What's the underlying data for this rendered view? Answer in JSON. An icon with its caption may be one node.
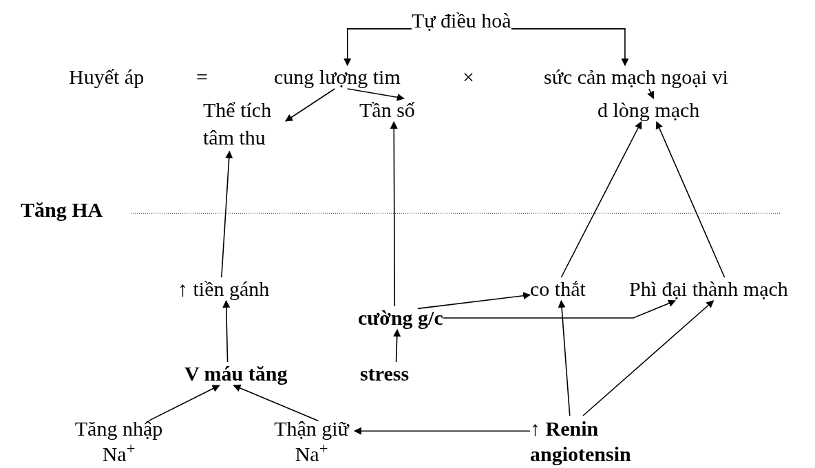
{
  "diagram": {
    "nodes": [
      {
        "text": [
          "Tự điều hoà"
        ]
      },
      {
        "text": [
          "Huyết áp"
        ]
      },
      {
        "text": [
          "cung lượng tim"
        ]
      },
      {
        "text": [
          "sức cản mạch ngoại vi"
        ]
      },
      {
        "text": [
          "Thể tích tâm thu"
        ]
      },
      {
        "text": [
          "Tần số"
        ]
      },
      {
        "text": [
          "d lòng mạch"
        ]
      },
      {
        "text": [
          "↑ tiền gánh"
        ]
      },
      {
        "text": [
          "cường g/c"
        ]
      },
      {
        "text": [
          "co thắt"
        ]
      },
      {
        "text": [
          "Phì đại thành mạch"
        ]
      },
      {
        "text": [
          "V máu tăng"
        ]
      },
      {
        "text": [
          "stress"
        ]
      },
      {
        "text": [
          "Tăng nhập Na$^{+}$"
        ]
      },
      {
        "text": [
          "Thận giữ Na$^{+}$"
        ]
      },
      {
        "text": [
          "↑ **Renin angiotensin**"
        ]
      }
    ],
    "edges": [
      {
        "from": 0,
        "to": 2,
        "arrow": "to"
      },
      {
        "from": 0,
        "to": 3,
        "arrow": "to"
      },
      {
        "from": 2,
        "to": 4,
        "arrow": "to"
      },
      {
        "from": 2,
        "to": 5,
        "arrow": "to"
      },
      {
        "from": 3,
        "to": 6,
        "arrow": "to"
      },
      {
        "from": 7,
        "to": 4,
        "arrow": "to"
      },
      {
        "from": 8,
        "to": 5,
        "arrow": "to"
      },
      {
        "from": 12,
        "to": 8,
        "arrow": "to"
      },
      {
        "from": 11,
        "to": 7,
        "arrow": "to"
      },
      {
        "from": 13,
        "to": 11,
        "arrow": "to"
      },
      {
        "from": 14,
        "to": 11,
        "arrow": "to"
      },
      {
        "from": 15,
        "to": 14,
        "arrow": "to"
      },
      {
        "from": 15,
        "to": 9,
        "arrow": "to"
      },
      {
        "from": 15,
        "to": 10,
        "arrow": "to"
      },
      {
        "from": 8,
        "to": 9,
        "arrow": "to"
      },
      {
        "from": 8,
        "to": 10,
        "arrow": "to"
      },
      {
        "from": 9,
        "to": 6,
        "arrow": "to"
      },
      {
        "from": 10,
        "to": 6,
        "arrow": "to"
      }
    ],
    "labels": [
      "=",
      "×",
      "Tăng HA"
    ]
  }
}
